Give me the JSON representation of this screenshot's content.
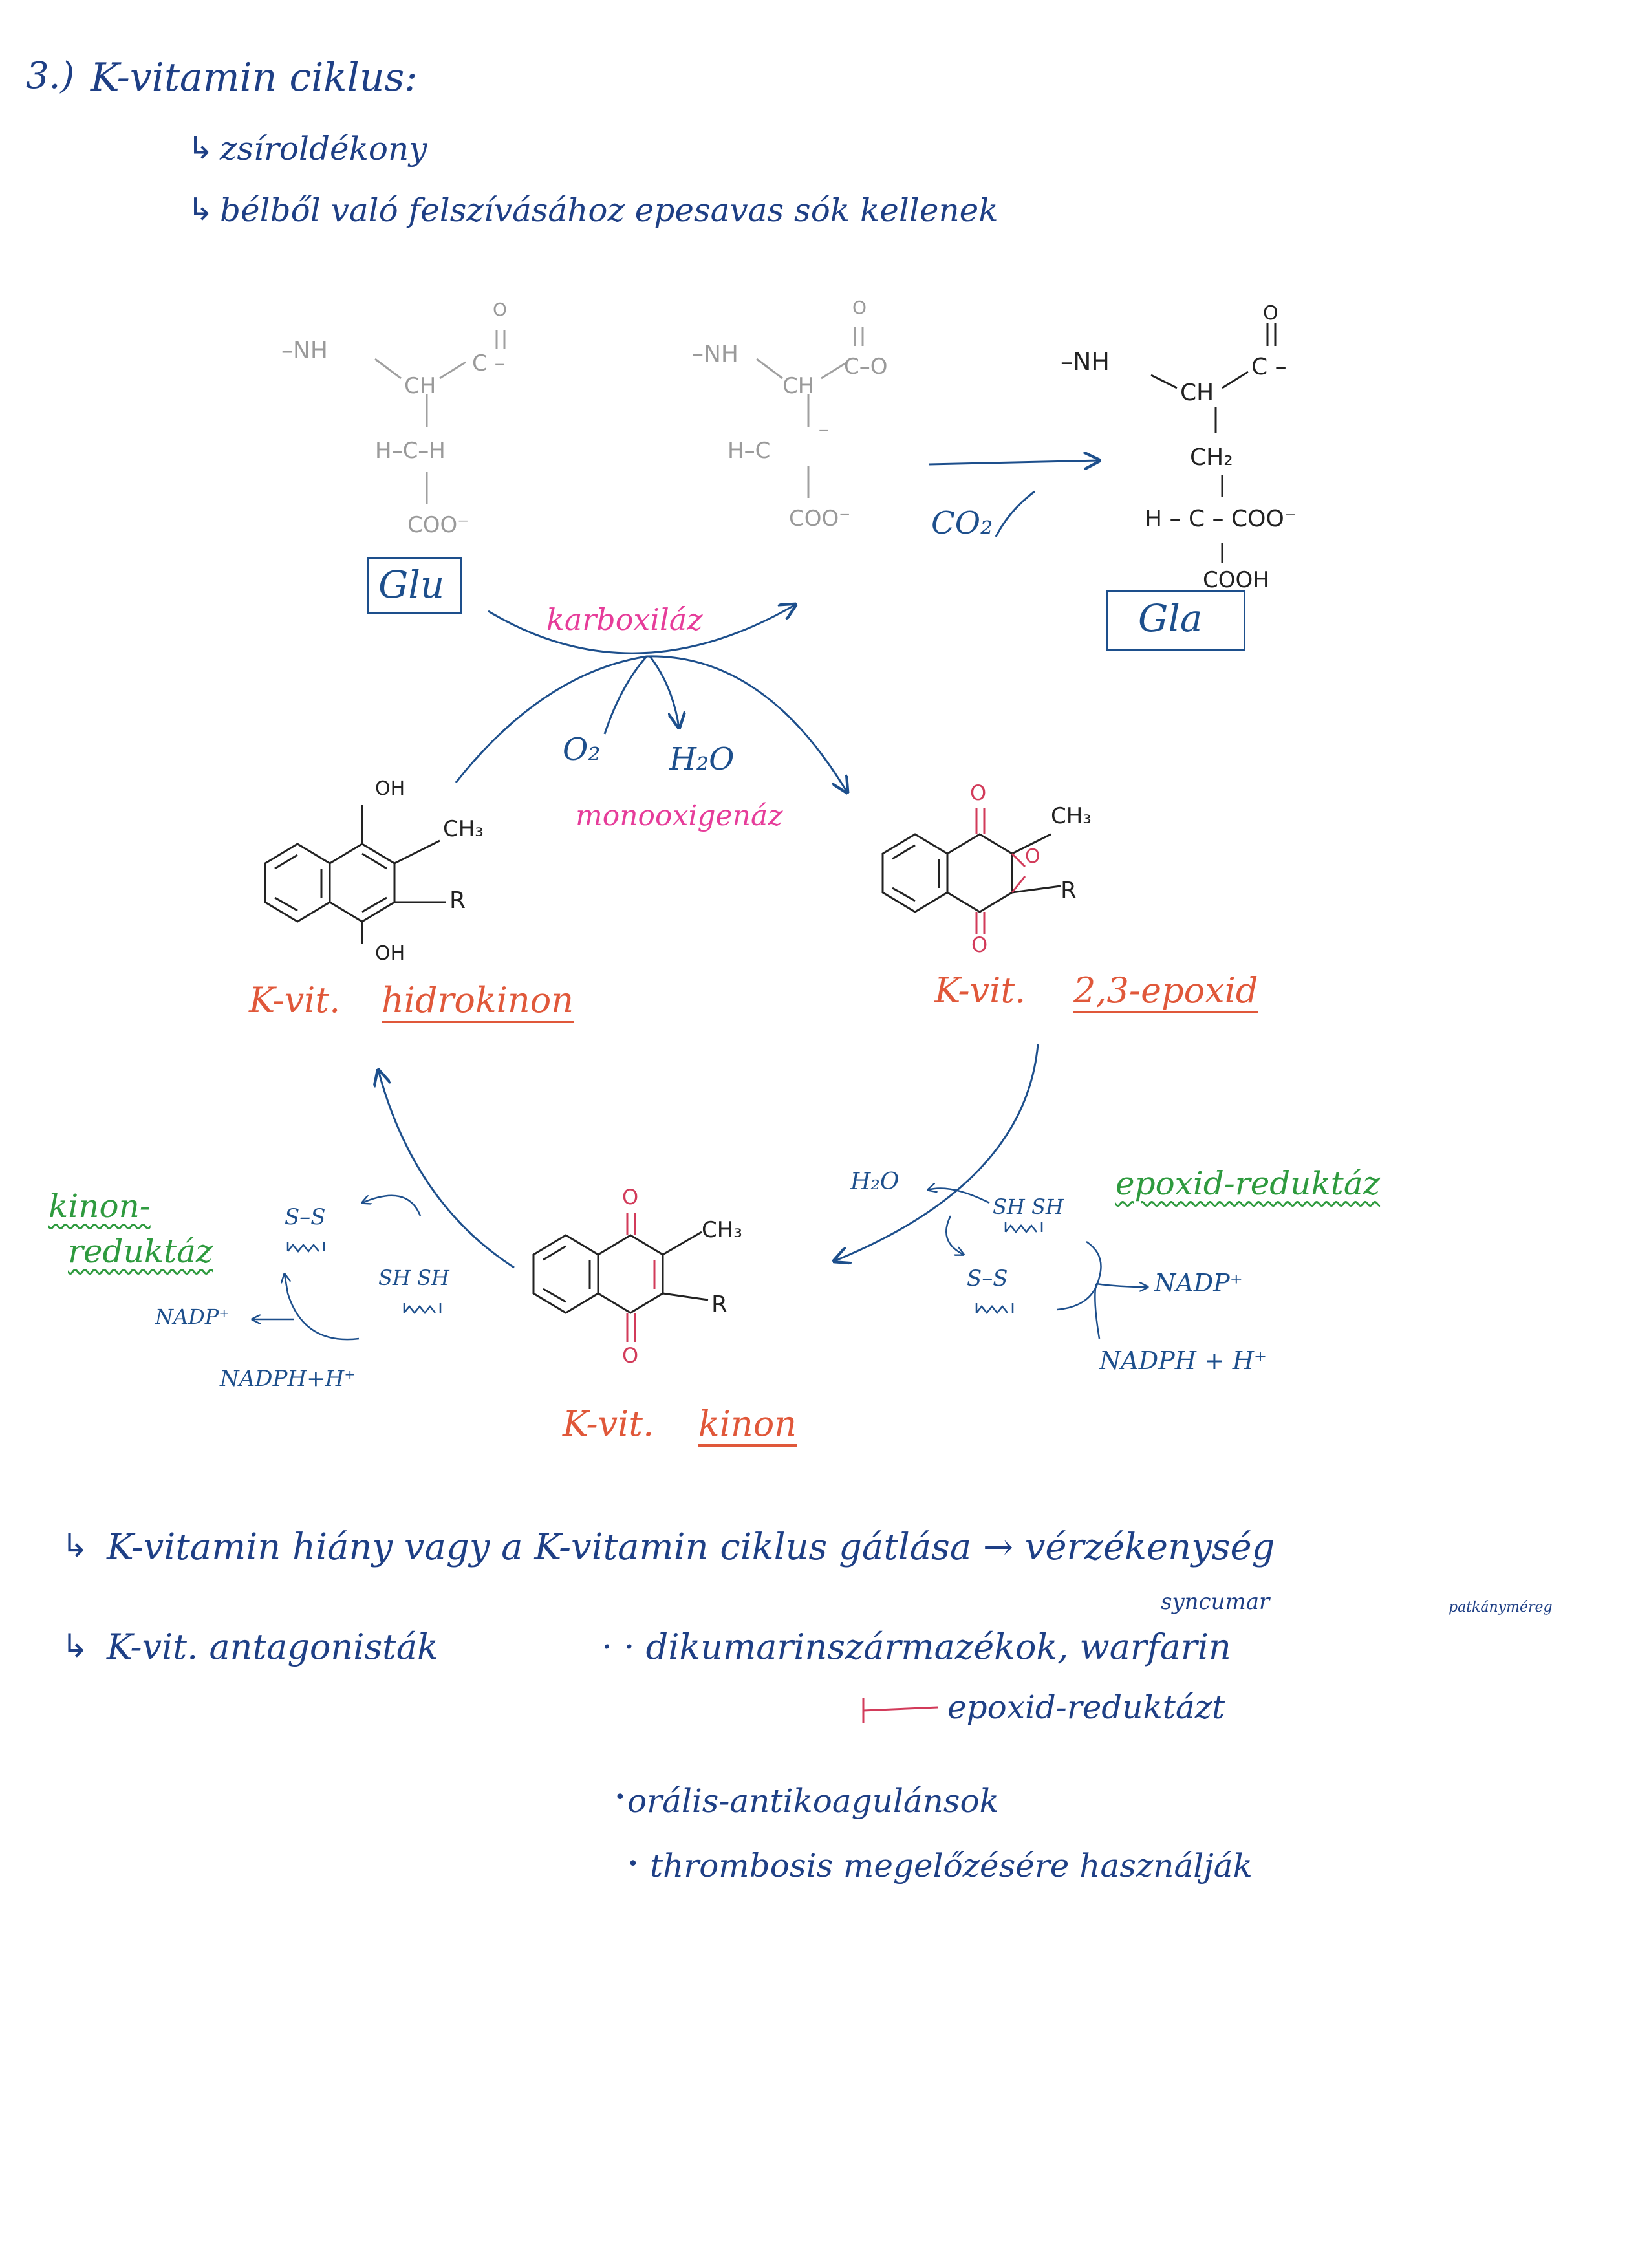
{
  "header": {
    "number": "3.)",
    "title": "K-vitamin ciklus:",
    "bullet1": "zsíroldékony",
    "bullet2": "bélből való felszívásához epesavas sók kellenek"
  },
  "structures": {
    "glu_a": {
      "nh": "–NH",
      "ch": "CH",
      "co": "C –",
      "o": "O",
      "hch": "H–C–H",
      "coo": "COO⁻"
    },
    "glu_b": {
      "nh": "–NH",
      "ch": "CH",
      "co": "C–O",
      "o": "O",
      "hc": "H–C",
      "minus": "⁻",
      "coo": "COO⁻"
    },
    "gla": {
      "nh": "–NH",
      "ch": "CH",
      "co": "C –",
      "o": "O",
      "ch2": "CH₂",
      "hc": "H – C – COO⁻",
      "cooh": "COOH"
    },
    "glu_label": "Glu",
    "gla_label": "Gla",
    "co2": "CO₂"
  },
  "cycle": {
    "enzyme_carboxylase": "karboxiláz",
    "enzyme_monooxygenase": "monooxigenáz",
    "o2": "O₂",
    "h2o_top": "H₂O",
    "hydroquinone": {
      "oh_top": "OH",
      "oh_bottom": "OH",
      "ch3": "CH₃",
      "r": "R",
      "name_prefix": "K-vit.",
      "name_main": "hidrokinon"
    },
    "epoxide": {
      "o1": "O",
      "o2": "O",
      "ep_o": "O",
      "ch3": "CH₃",
      "r": "R",
      "name_prefix": "K-vit.",
      "name_main": "2,3-epoxid"
    },
    "quinone": {
      "o1": "O",
      "o2": "O",
      "ch3": "CH₃",
      "r": "R",
      "name_prefix": "K-vit.",
      "name_main": "kinon"
    },
    "epoxide_reductase": "epoxid-reduktáz",
    "quinone_reductase_1": "kinon-",
    "quinone_reductase_2": "reduktáz",
    "right_cofactors": {
      "h2o": "H₂O",
      "sh_sh": "SH SH",
      "s_s": "S–S",
      "nadp": "NADP⁺",
      "nadph": "NADPH + H⁺"
    },
    "left_cofactors": {
      "s_s": "S–S",
      "sh_sh": "SH SH",
      "nadp": "NADP⁺",
      "nadph": "NADPH+H⁺"
    }
  },
  "footer": {
    "line1": "K-vitamin hiány vagy a K-vitamin ciklus gátlása → vérzékenység",
    "line2_prefix": "K-vit. antagonisták",
    "line2_items": "· · dikumarinszármazékok, warfarin",
    "syncumar": "syncumar",
    "patkanymereg": "patkányméreg",
    "inhibits": "epoxid-reduktázt",
    "point1": "orális-antikoagulánsok",
    "point2": "thrombosis megelőzésére használják"
  },
  "colors": {
    "blue_ink": "#1d4f8c",
    "red_ink": "#e0583a",
    "pink_ink": "#e63d9a",
    "green_ink": "#2e9a3e"
  }
}
